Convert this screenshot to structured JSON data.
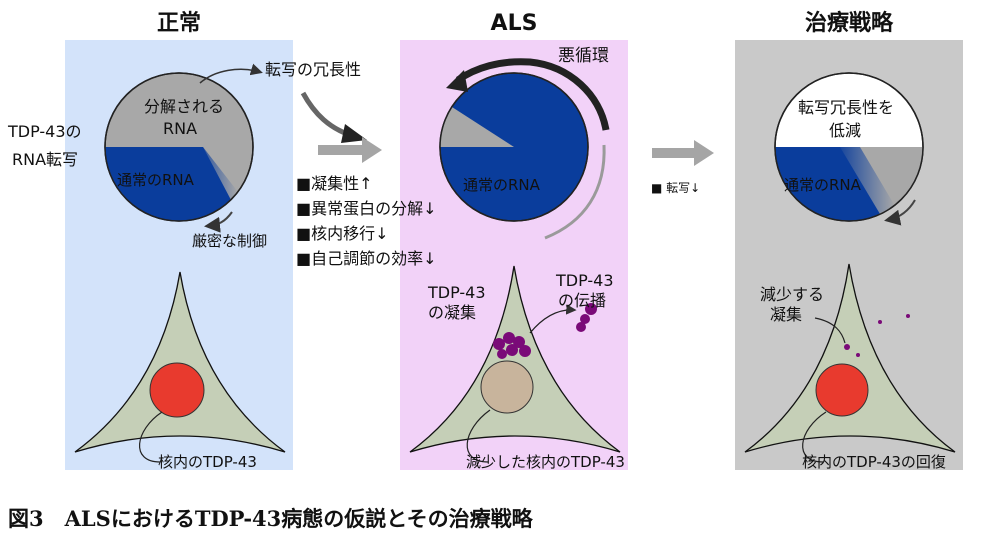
{
  "panels": {
    "normal": {
      "header": "正常",
      "header_color": "#1a237e",
      "bg_color": "#d3e3fa",
      "degraded_rna_1": "分解される",
      "degraded_rna_2": "RNA",
      "normal_rna": "通常のRNA",
      "tight_control": "厳密な制御",
      "nuclear_tdp43": "核内のTDP-43"
    },
    "als": {
      "header": "ALS",
      "header_color": "#e0161c",
      "bg_color": "#f2d2f8",
      "vicious_cycle": "悪循環",
      "normal_rna": "通常のRNA",
      "aggregation_1": "TDP-43",
      "aggregation_2": "の凝集",
      "propagation_1": "TDP-43",
      "propagation_2": "の伝播",
      "nuclear_reduced": "減少した核内のTDP-43"
    },
    "therapy": {
      "header": "治療戦略",
      "header_color": "#111111",
      "bg_color": "#c9c9c9",
      "reduce_redundancy_1": "転写冗長性を",
      "reduce_redundancy_2": "低減",
      "normal_rna": "通常のRNA",
      "reduced_aggregation_1": "減少する",
      "reduced_aggregation_2": "凝集",
      "nuclear_recovery": "核内のTDP-43の回復"
    }
  },
  "left_label_1": "TDP-43の",
  "left_label_2": "RNA転写",
  "redundancy_label": "転写の冗長性",
  "effects": [
    "■凝集性↑",
    "■異常蛋白の分解↓",
    "■核内移行↓",
    "■自己調節の効率↓"
  ],
  "transcription_down": "■ 転写↓",
  "caption": "図3　ALSにおけるTDP-43病態の仮説とその治療戦略",
  "colors": {
    "rna_blue": "#0a3d9c",
    "rna_gray": "#a8a8a8",
    "cell": "#c5cfb7",
    "nucleus": "#e83a2e",
    "nucleus_reduced": "#c8b49c",
    "aggregate": "#7a0a78"
  }
}
